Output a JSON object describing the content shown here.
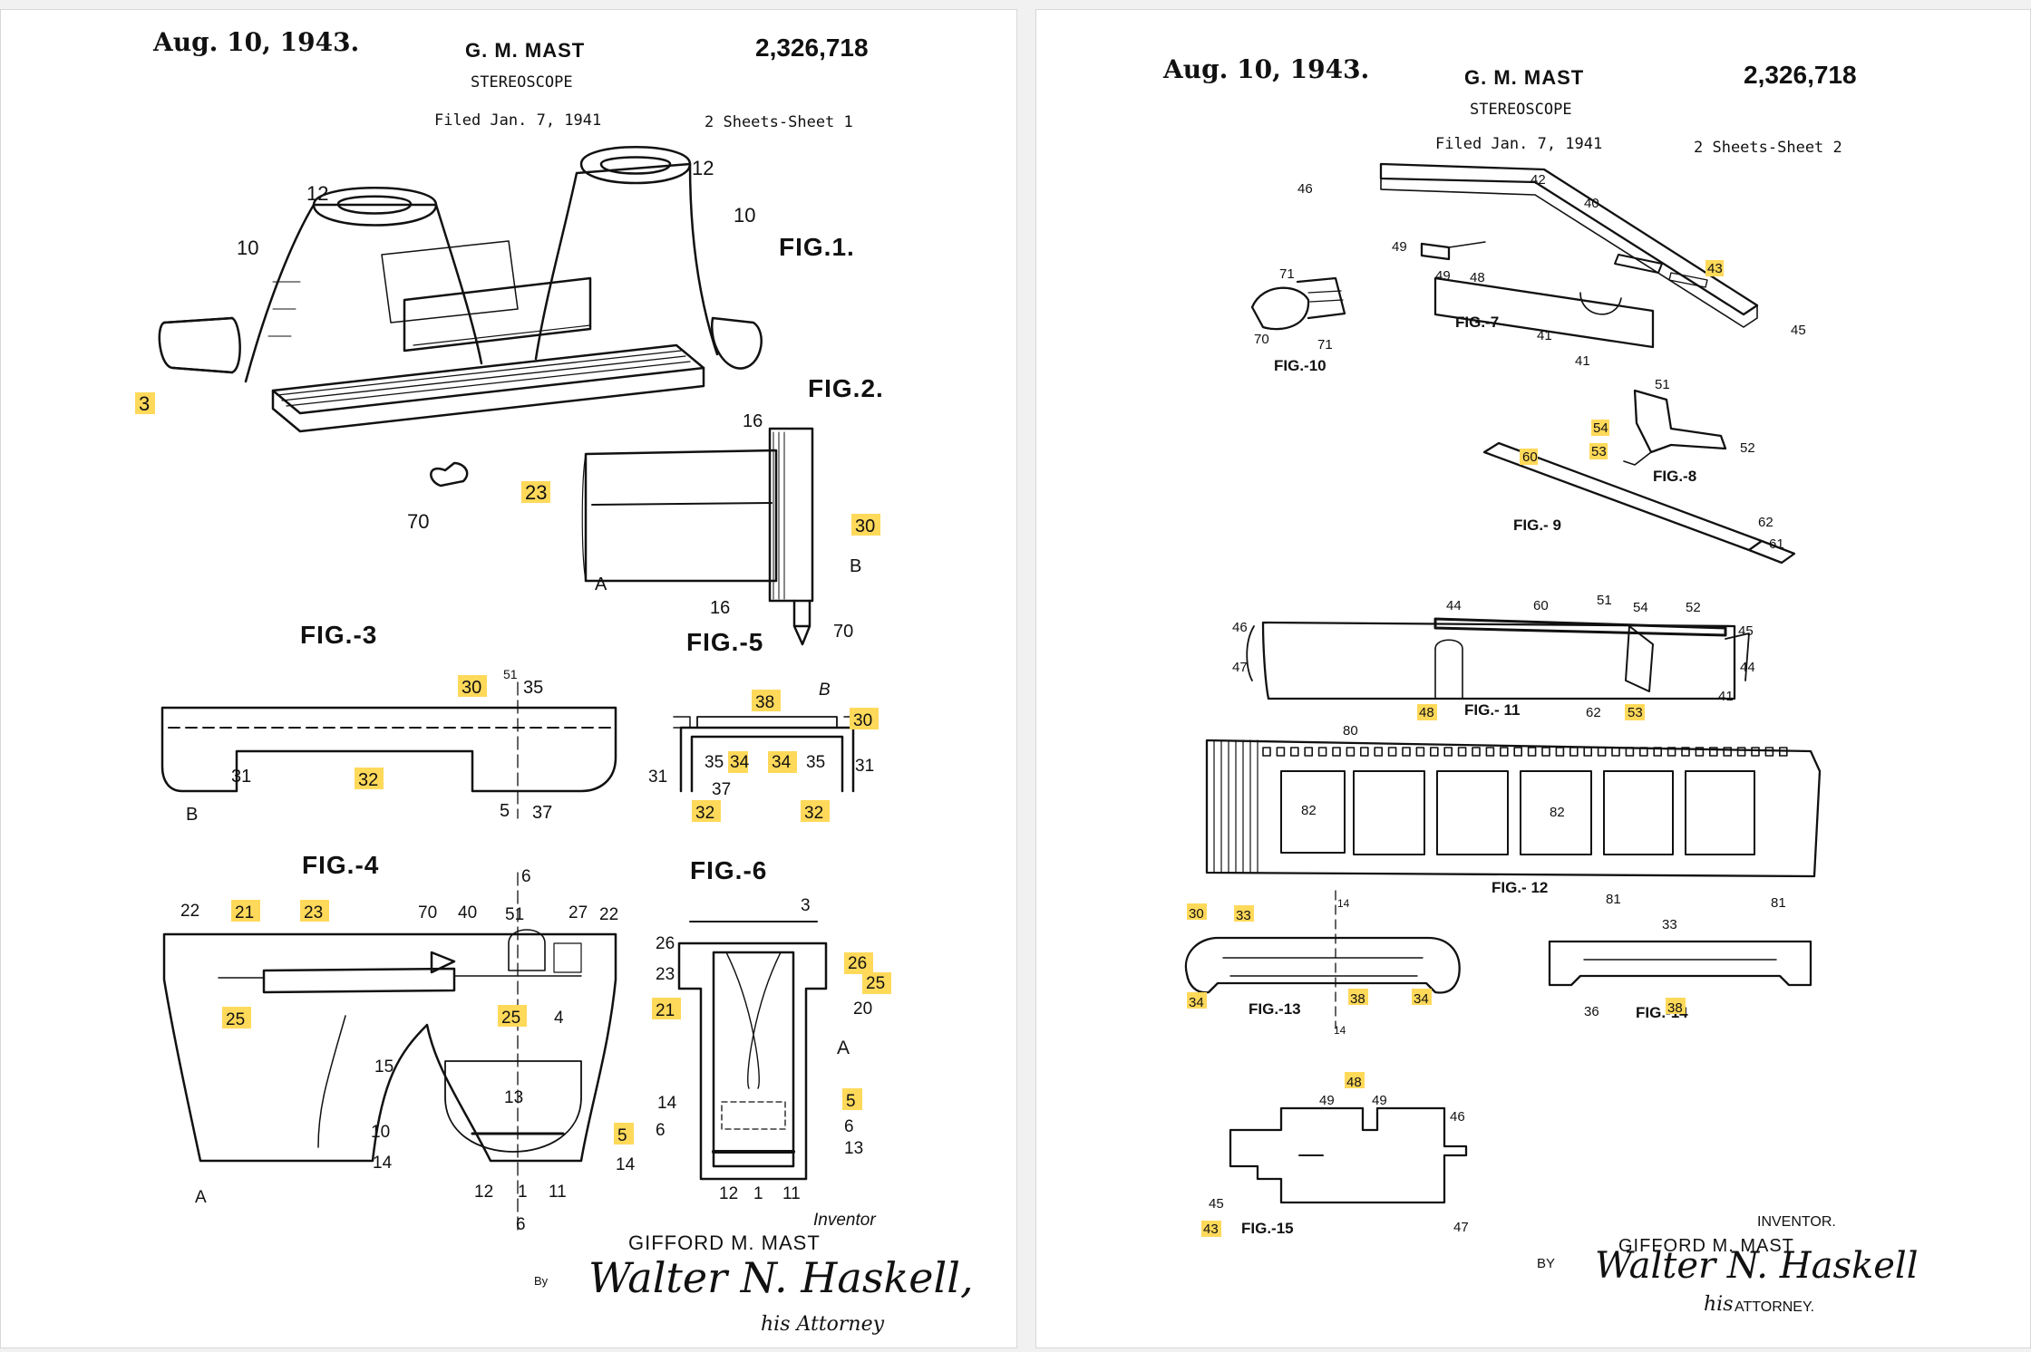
{
  "sheet1": {
    "date": "Aug. 10, 1943.",
    "inventor_header": "G. M. MAST",
    "patent_no": "2,326,718",
    "title": "STEREOSCOPE",
    "filed": "Filed Jan. 7, 1941",
    "sheets": "2 Sheets-Sheet 1",
    "fig_labels": [
      "FIG.1.",
      "FIG.2.",
      "FIG.-3",
      "FIG.-5",
      "FIG.-4",
      "FIG.-6"
    ],
    "inventor_caption": "Inventor",
    "inventor_name": "GIFFORD M. MAST",
    "by": "By",
    "signature": "Walter N. Haskell,",
    "attorney": "his Attorney",
    "refs": {
      "fig1": [
        "12",
        "12",
        "10",
        "10",
        "3",
        "23",
        "70"
      ],
      "fig2": [
        "16",
        "30",
        "A",
        "B",
        "16",
        "70"
      ],
      "fig3": [
        "30",
        "51",
        "35",
        "31",
        "32",
        "B",
        "5",
        "37"
      ],
      "fig5": [
        "38",
        "B",
        "30",
        "35",
        "34",
        "34",
        "35",
        "31",
        "37",
        "31",
        "32",
        "32"
      ],
      "fig4": [
        "22",
        "21",
        "23",
        "70",
        "40",
        "6",
        "51",
        "27",
        "22",
        "25",
        "25",
        "4",
        "15",
        "13",
        "10",
        "14",
        "5",
        "14",
        "12",
        "1",
        "11",
        "A",
        "6"
      ],
      "fig6": [
        "3",
        "26",
        "26",
        "23",
        "25",
        "21",
        "20",
        "A",
        "5",
        "14",
        "6",
        "6",
        "13",
        "12",
        "1",
        "11"
      ]
    }
  },
  "sheet2": {
    "date": "Aug. 10, 1943.",
    "inventor_header": "G. M. MAST",
    "patent_no": "2,326,718",
    "title": "STEREOSCOPE",
    "filed": "Filed Jan. 7, 1941",
    "sheets": "2 Sheets-Sheet 2",
    "fig_labels": [
      "FIG.-7",
      "FIG.-10",
      "FIG.-8",
      "FIG.- 9",
      "FIG.- 11",
      "FIG.- 12",
      "FIG.-13",
      "FIG.-14",
      "FIG.-15"
    ],
    "inventor_caption": "INVENTOR.",
    "inventor_name": "GIFFORD M. MAST",
    "by": "BY",
    "signature": "Walter N. Haskell",
    "attorney_his": "his",
    "attorney": "ATTORNEY.",
    "refs": {
      "fig7": [
        "46",
        "42",
        "40",
        "49",
        "49",
        "48",
        "43",
        "45",
        "41",
        "41"
      ],
      "fig10": [
        "71",
        "70",
        "71"
      ],
      "fig8": [
        "51",
        "54",
        "52",
        "53"
      ],
      "fig9": [
        "60",
        "62",
        "61"
      ],
      "fig11": [
        "46",
        "44",
        "60",
        "51",
        "54",
        "52",
        "45",
        "47",
        "44",
        "48",
        "62",
        "53",
        "41"
      ],
      "fig12": [
        "80",
        "82",
        "82",
        "81",
        "81"
      ],
      "fig13": [
        "30",
        "33",
        "14",
        "34",
        "38",
        "34",
        "14"
      ],
      "fig14": [
        "33",
        "36",
        "38"
      ],
      "fig15": [
        "48",
        "49",
        "49",
        "46",
        "45",
        "43",
        "47"
      ]
    }
  },
  "colors": {
    "highlight": "#ffd95a",
    "ink": "#111111",
    "paper": "#ffffff",
    "background": "#f1f1f1"
  }
}
